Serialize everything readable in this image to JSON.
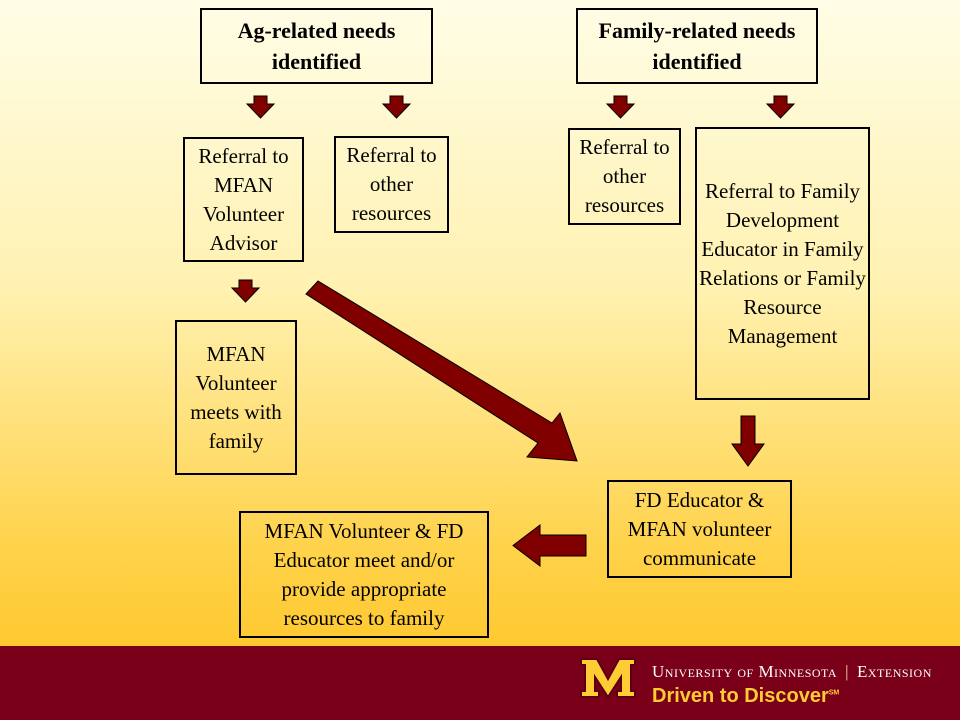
{
  "colors": {
    "arrow_fill": "#800000",
    "footer_bg": "#7a0019",
    "gold": "#ffcc33"
  },
  "boxes": {
    "ag_needs": "Ag-related needs identified",
    "family_needs": "Family-related needs identified",
    "ref_mfan_advisor": "Referral to MFAN Volunteer Advisor",
    "ref_other_ag": "Referral to other resources",
    "ref_other_family": "Referral to other resources",
    "ref_fd_educator": "Referral to Family Development Educator in Family Relations or Family Resource Management",
    "mfan_meets": "MFAN Volunteer meets with family",
    "fd_communicate": "FD Educator & MFAN volunteer communicate",
    "meet_provide": "MFAN Volunteer & FD Educator meet and/or provide appropriate resources to family"
  },
  "footer": {
    "university": "University of Minnesota",
    "unit": "Extension",
    "tagline": "Driven to Discover",
    "tagline_mark": "SM",
    "logo_icon": "block-m-logo"
  }
}
